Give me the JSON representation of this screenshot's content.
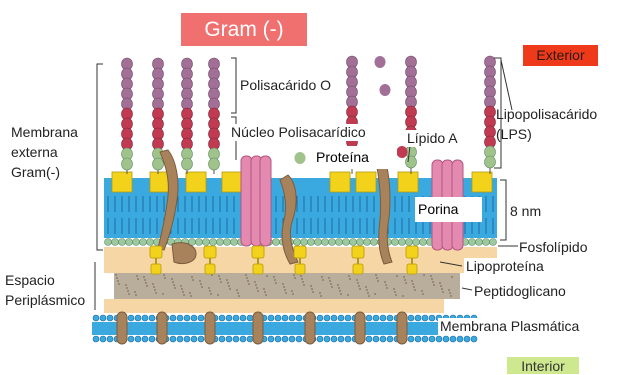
{
  "title": "Gram (-)",
  "regions": {
    "exterior": "Exterior",
    "interior": "Interior"
  },
  "labels": {
    "outer_membrane": [
      "Membrana",
      "externa",
      "Gram(-)"
    ],
    "periplasmic_space": [
      "Espacio",
      "Periplásmico"
    ],
    "o_polysaccharide": "Polisacárido O",
    "core_polysaccharide": "Núcleo Polisacarídico",
    "protein": "Proteína",
    "lipid_a": "Lípido A",
    "lps": [
      "Lipopolisacárido",
      "(LPS)"
    ],
    "porin": "Porina",
    "thickness": "8 nm",
    "phospholipid": "Fosfolípido",
    "lipoprotein": "Lipoproteína",
    "peptidoglycan": "Peptidoglicano",
    "plasma_membrane": "Membrana Plasmática"
  },
  "colors": {
    "title_bg": "#f07070",
    "exterior_bg": "#ee3a1a",
    "interior_bg": "#cde88e",
    "membrane_blue": "#3aa9e0",
    "lipid_a_yellow": "#f2d21a",
    "periplasm_tan": "#f6d6a4",
    "peptidoglycan_gray": "#b9ae9c",
    "o_chain_purple": "#a26f96",
    "core_red": "#c03a52",
    "core_green": "#9fc38a",
    "porin_pink": "#e48ab0",
    "protein_brown": "#a8825a"
  }
}
